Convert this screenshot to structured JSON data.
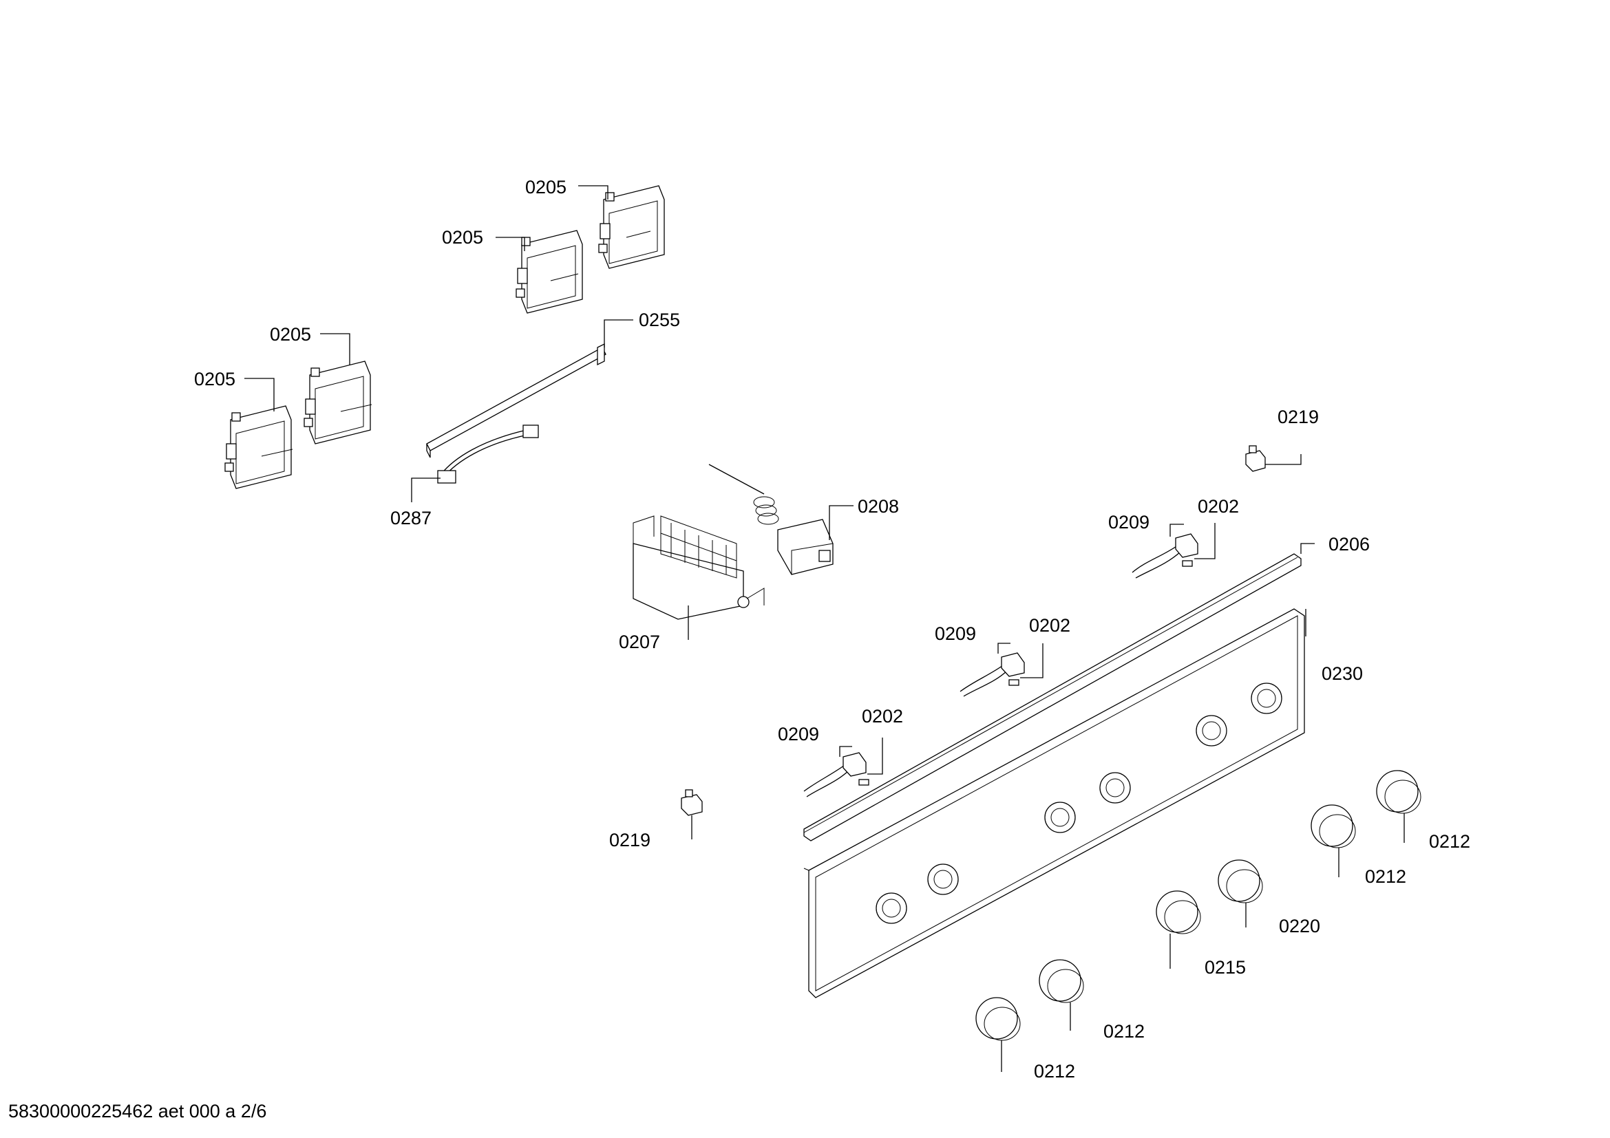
{
  "callouts": [
    {
      "id": "c1",
      "text": "0205"
    },
    {
      "id": "c2",
      "text": "0205"
    },
    {
      "id": "c3",
      "text": "0205"
    },
    {
      "id": "c4",
      "text": "0205"
    },
    {
      "id": "c5",
      "text": "0255"
    },
    {
      "id": "c6",
      "text": "0287"
    },
    {
      "id": "c7",
      "text": "0208"
    },
    {
      "id": "c8",
      "text": "0207"
    },
    {
      "id": "c9",
      "text": "0219"
    },
    {
      "id": "c10",
      "text": "0209"
    },
    {
      "id": "c11",
      "text": "0202"
    },
    {
      "id": "c12",
      "text": "0206"
    },
    {
      "id": "c13",
      "text": "0209"
    },
    {
      "id": "c14",
      "text": "0202"
    },
    {
      "id": "c15",
      "text": "0230"
    },
    {
      "id": "c16",
      "text": "0209"
    },
    {
      "id": "c17",
      "text": "0202"
    },
    {
      "id": "c18",
      "text": "0219"
    },
    {
      "id": "c19",
      "text": "0212"
    },
    {
      "id": "c20",
      "text": "0212"
    },
    {
      "id": "c21",
      "text": "0220"
    },
    {
      "id": "c22",
      "text": "0215"
    },
    {
      "id": "c23",
      "text": "0212"
    },
    {
      "id": "c24",
      "text": "0212"
    }
  ],
  "footer": "58300000225462 aet 000 a 2/6"
}
